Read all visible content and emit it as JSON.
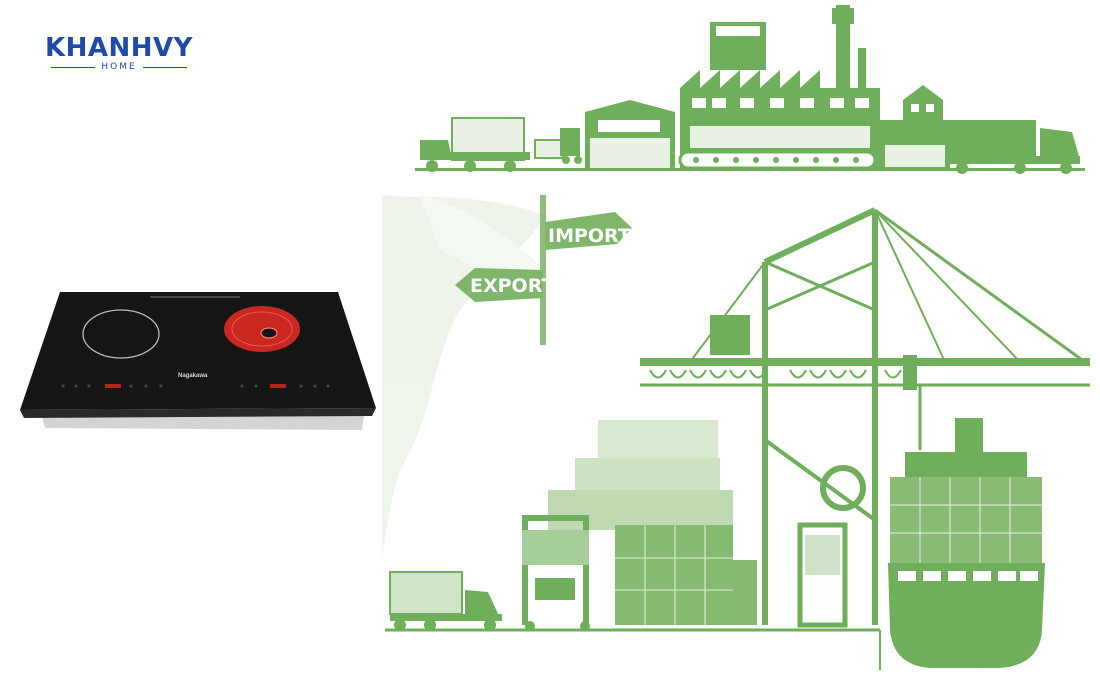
{
  "logo": {
    "brand": "KHANHVY",
    "sub": "HOME"
  },
  "illustration": {
    "sign_import": "IMPORT",
    "sign_export": "EXPORT",
    "accent_color": "#6fae5a"
  },
  "product": {
    "brand_label": "Nagakawa"
  }
}
